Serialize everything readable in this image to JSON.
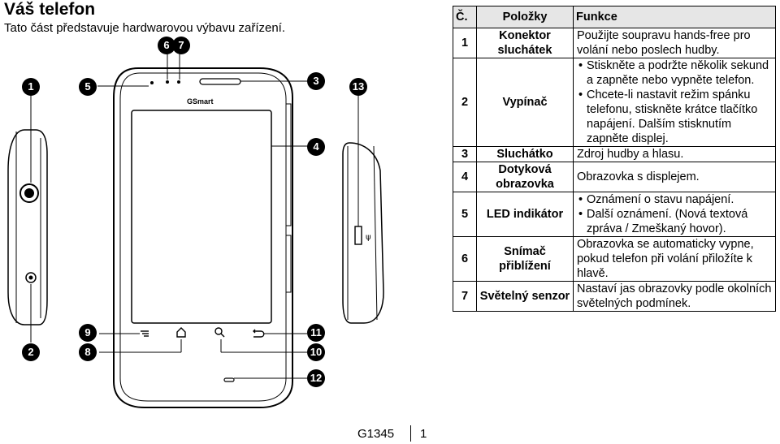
{
  "header": {
    "title": "Váš telefon",
    "subtitle": "Tato část představuje hardwarovou výbavu zařízení."
  },
  "callouts": [
    "1",
    "5",
    "6",
    "7",
    "3",
    "13",
    "4",
    "2",
    "9",
    "8",
    "11",
    "10",
    "12"
  ],
  "phone": {
    "brand_logo": "GSmart"
  },
  "table": {
    "headers": [
      "Č.",
      "Položky",
      "Funkce"
    ],
    "rows": [
      {
        "num": "1",
        "item": "Konektor sluchátek",
        "func": [
          "Použijte soupravu hands-free pro volání nebo poslech hudby."
        ]
      },
      {
        "num": "2",
        "item": "Vypínač",
        "bullets": [
          "Stiskněte a podržte několik sekund a zapněte nebo vypněte telefon.",
          "Chcete-li nastavit režim spánku telefonu, stiskněte krátce tlačítko napájení. Dalším stisknutím zapněte displej."
        ]
      },
      {
        "num": "3",
        "item": "Sluchátko",
        "func": [
          "Zdroj hudby a hlasu."
        ]
      },
      {
        "num": "4",
        "item": "Dotyková obrazovka",
        "func": [
          "Obrazovka s displejem."
        ]
      },
      {
        "num": "5",
        "item": "LED indikátor",
        "bullets": [
          "Oznámení o stavu napájení.",
          "Další oznámení. (Nová textová zpráva / Zmeškaný hovor)."
        ]
      },
      {
        "num": "6",
        "item": "Snímač přiblížení",
        "func": [
          "Obrazovka se automaticky vypne, pokud telefon při volání přiložíte k hlavě."
        ]
      },
      {
        "num": "7",
        "item": "Světelný senzor",
        "func": [
          "Nastaví jas obrazovky podle okolních světelných podmínek."
        ]
      }
    ]
  },
  "footer": {
    "code": "G1345",
    "page": "1"
  }
}
